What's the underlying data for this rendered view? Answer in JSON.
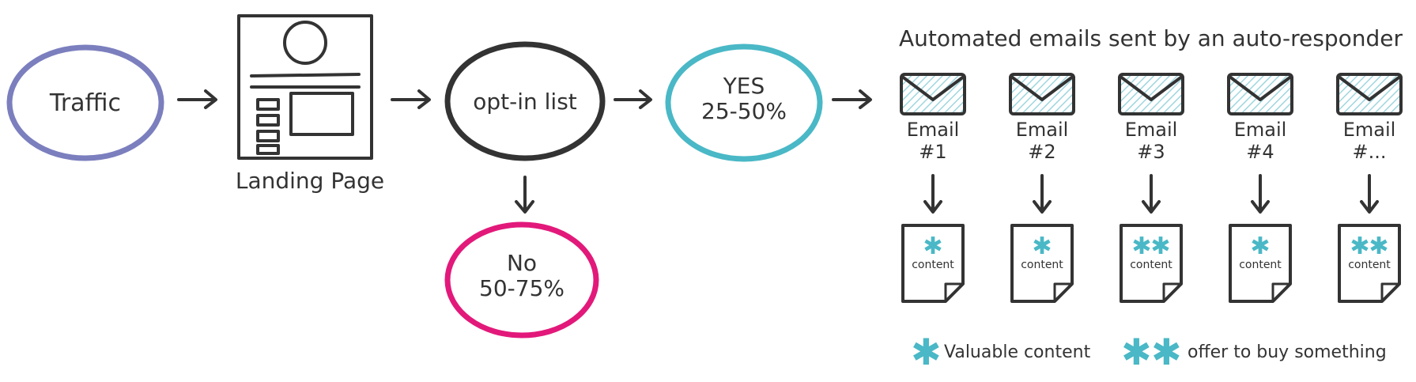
{
  "colors": {
    "ink": "#333333",
    "traffic": "#7b7fbe",
    "yes": "#4ab8c6",
    "no": "#e2197a",
    "accent": "#4ab8c6"
  },
  "nodes": {
    "traffic": "Traffic",
    "landing_page": "Landing Page",
    "optin": "opt-in list",
    "yes": {
      "line1": "YES",
      "line2": "25-50%"
    },
    "no": {
      "line1": "No",
      "line2": "50-75%"
    }
  },
  "emails": {
    "title": "Automated emails sent by an auto-responder",
    "items": [
      {
        "label": "Email",
        "number": "#1",
        "content": "content",
        "stars": 1
      },
      {
        "label": "Email",
        "number": "#2",
        "content": "content",
        "stars": 1
      },
      {
        "label": "Email",
        "number": "#3",
        "content": "content",
        "stars": 2
      },
      {
        "label": "Email",
        "number": "#4",
        "content": "content",
        "stars": 1
      },
      {
        "label": "Email",
        "number": "#...",
        "content": "content",
        "stars": 2
      }
    ]
  },
  "legend": {
    "valuable": "Valuable content",
    "offer": "offer to buy something"
  }
}
